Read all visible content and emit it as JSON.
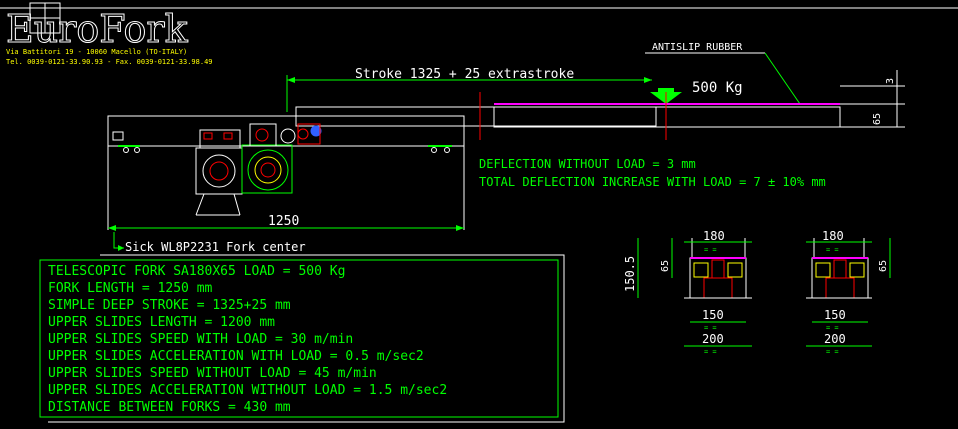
{
  "logo": {
    "name": "EuroFork",
    "address": "Via Battitori 19 - 10060 Macello (TO-ITALY)",
    "phone": "Tel. 0039-0121-33.90.93 - Fax. 0039-0121-33.98.49"
  },
  "labels": {
    "antislip": "ANTISLIP RUBBER",
    "stroke": "Stroke 1325 + 25 extrastroke",
    "load": "500 Kg",
    "deflection_no_load": "DEFLECTION WITHOUT LOAD = 3 mm",
    "deflection_increase": "TOTAL DEFLECTION INCREASE WITH LOAD = 7 ± 10% mm",
    "fork_length_dim": "1250",
    "sick": "Sick WL8P2231 Fork center",
    "dim_3": "3",
    "dim_65": "65"
  },
  "specs": [
    "TELESCOPIC FORK SA180X65   LOAD = 500 Kg",
    "FORK LENGTH = 1250 mm",
    "SIMPLE DEEP STROKE = 1325+25 mm",
    "UPPER SLIDES LENGTH = 1200 mm",
    "UPPER SLIDES SPEED WITH LOAD = 30 m/min",
    "UPPER SLIDES ACCELERATION WITH LOAD = 0.5 m/sec2",
    "UPPER SLIDES SPEED WITHOUT LOAD = 45 m/min",
    "UPPER SLIDES ACCELERATION WITHOUT LOAD = 1.5 m/sec2",
    "DISTANCE BETWEEN FORKS = 430 mm"
  ],
  "section_left": {
    "top_width": "180",
    "height_total": "150.5",
    "height": "65",
    "inner_width": "150",
    "base_width": "200"
  },
  "section_right": {
    "top_width": "180",
    "height": "65",
    "inner_width": "150",
    "base_width": "200"
  },
  "colors": {
    "white": "#ffffff",
    "green": "#00ff00",
    "red": "#ff0000",
    "magenta": "#ff00ff",
    "yellow": "#ffff00",
    "blue": "#3060ff",
    "gray": "#808080"
  }
}
